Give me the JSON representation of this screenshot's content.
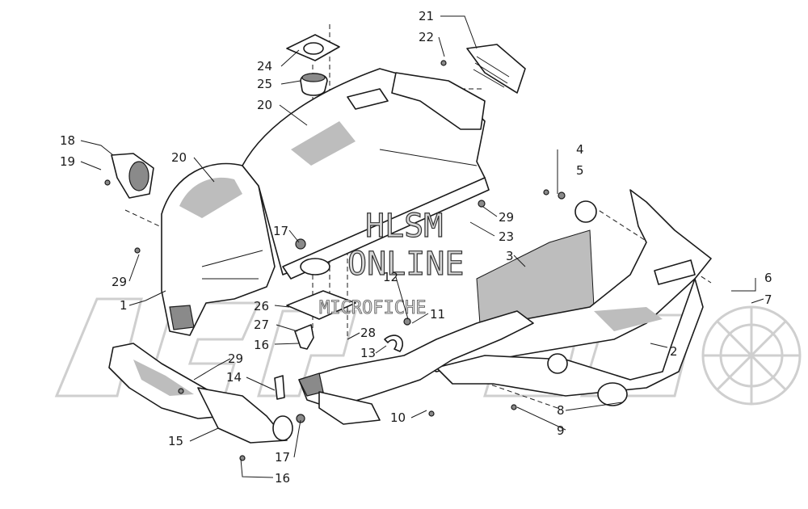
{
  "watermark": {
    "line1": "HLSM",
    "line2": "ONLINE",
    "line3": "MICROFICHE"
  },
  "callouts": [
    {
      "id": "c21",
      "label": "21"
    },
    {
      "id": "c22",
      "label": "22"
    },
    {
      "id": "c24",
      "label": "24"
    },
    {
      "id": "c25",
      "label": "25"
    },
    {
      "id": "c20a",
      "label": "20"
    },
    {
      "id": "c20b",
      "label": "20"
    },
    {
      "id": "c18",
      "label": "18"
    },
    {
      "id": "c19",
      "label": "19"
    },
    {
      "id": "c4",
      "label": "4"
    },
    {
      "id": "c5",
      "label": "5"
    },
    {
      "id": "c29a",
      "label": "29"
    },
    {
      "id": "c23",
      "label": "23"
    },
    {
      "id": "c17a",
      "label": "17"
    },
    {
      "id": "c3",
      "label": "3"
    },
    {
      "id": "c29b",
      "label": "29"
    },
    {
      "id": "c1",
      "label": "1"
    },
    {
      "id": "c12",
      "label": "12"
    },
    {
      "id": "c11",
      "label": "11"
    },
    {
      "id": "c6",
      "label": "6"
    },
    {
      "id": "c7",
      "label": "7"
    },
    {
      "id": "c26",
      "label": "26"
    },
    {
      "id": "c27",
      "label": "27"
    },
    {
      "id": "c28",
      "label": "28"
    },
    {
      "id": "c16a",
      "label": "16"
    },
    {
      "id": "c13",
      "label": "13"
    },
    {
      "id": "c2",
      "label": "2"
    },
    {
      "id": "c29c",
      "label": "29"
    },
    {
      "id": "c14",
      "label": "14"
    },
    {
      "id": "c8",
      "label": "8"
    },
    {
      "id": "c9",
      "label": "9"
    },
    {
      "id": "c10",
      "label": "10"
    },
    {
      "id": "c15",
      "label": "15"
    },
    {
      "id": "c17b",
      "label": "17"
    },
    {
      "id": "c16b",
      "label": "16"
    }
  ]
}
